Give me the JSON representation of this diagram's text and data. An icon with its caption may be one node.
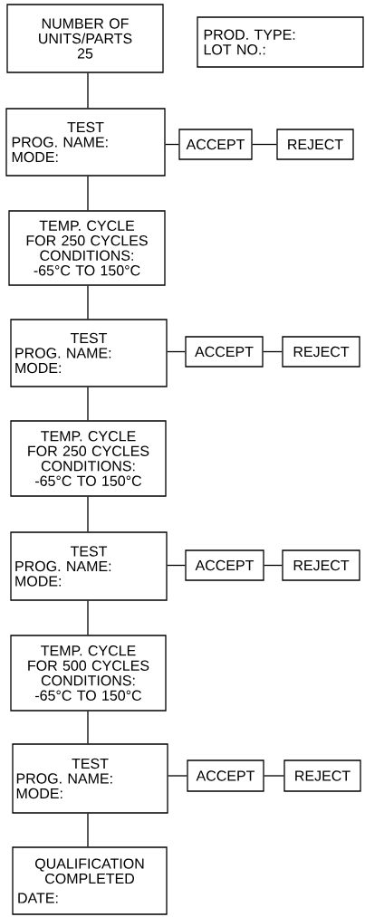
{
  "diagram": {
    "nodes": [
      {
        "text": [
          "NUMBER OF UNITS/PARTS 25"
        ]
      },
      {
        "text": [
          "PROD. TYPE:",
          "LOT NO.:"
        ]
      },
      {
        "text": [
          "TEST",
          "PROG. NAME:",
          "MODE:"
        ]
      },
      {
        "text": [
          "ACCEPT"
        ]
      },
      {
        "text": [
          "REJECT"
        ]
      },
      {
        "text": [
          "TEMP. CYCLE FOR 250 CYCLES",
          "CONDITIONS: -65°C TO 150°C"
        ]
      },
      {
        "text": [
          "TEST",
          "PROG. NAME:",
          "MODE:"
        ]
      },
      {
        "text": [
          "ACCEPT"
        ]
      },
      {
        "text": [
          "REJECT"
        ]
      },
      {
        "text": [
          "TEMP. CYCLE FOR 250 CYCLES",
          "CONDITIONS: -65°C TO 150°C"
        ]
      },
      {
        "text": [
          "TEST",
          "PROG. NAME:",
          "MODE:"
        ]
      },
      {
        "text": [
          "ACCEPT"
        ]
      },
      {
        "text": [
          "REJECT"
        ]
      },
      {
        "text": [
          "TEMP. CYCLE FOR 500 CYCLES",
          "CONDITIONS: -65°C TO 150°C"
        ]
      },
      {
        "text": [
          "TEST",
          "PROG. NAME:",
          "MODE:"
        ]
      },
      {
        "text": [
          "ACCEPT"
        ]
      },
      {
        "text": [
          "REJECT"
        ]
      },
      {
        "text": [
          "QUALIFICATION COMPLETED",
          "DATE:"
        ]
      }
    ],
    "edges": [
      {
        "from": 0,
        "to": 2,
        "arrow": "none"
      },
      {
        "from": 2,
        "to": 3,
        "arrow": "none"
      },
      {
        "from": 3,
        "to": 4,
        "arrow": "none"
      },
      {
        "from": 2,
        "to": 5,
        "arrow": "none"
      },
      {
        "from": 5,
        "to": 6,
        "arrow": "none"
      },
      {
        "from": 6,
        "to": 7,
        "arrow": "none"
      },
      {
        "from": 7,
        "to": 8,
        "arrow": "none"
      },
      {
        "from": 6,
        "to": 9,
        "arrow": "none"
      },
      {
        "from": 9,
        "to": 10,
        "arrow": "none"
      },
      {
        "from": 10,
        "to": 11,
        "arrow": "none"
      },
      {
        "from": 11,
        "to": 12,
        "arrow": "none"
      },
      {
        "from": 10,
        "to": 13,
        "arrow": "none"
      },
      {
        "from": 13,
        "to": 14,
        "arrow": "none"
      },
      {
        "from": 14,
        "to": 15,
        "arrow": "none"
      },
      {
        "from": 15,
        "to": 16,
        "arrow": "none"
      },
      {
        "from": 14,
        "to": 17,
        "arrow": "none"
      }
    ]
  }
}
